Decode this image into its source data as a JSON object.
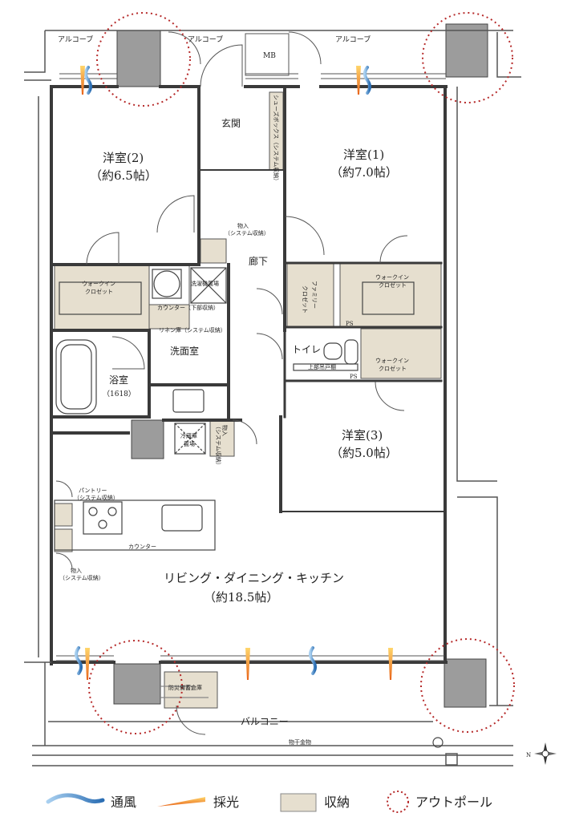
{
  "rooms": {
    "alcove_left": "アルコーブ",
    "alcove_mid": "アルコーブ",
    "alcove_right": "アルコーブ",
    "mb": "MB",
    "genkan": "玄関",
    "shoe_box": "シューズボックス（システム収納）",
    "western2_name": "洋室(2)",
    "western2_size": "（約6.5帖）",
    "western1_name": "洋室(1)",
    "western1_size": "（約7.0帖）",
    "storage_top": "物入",
    "storage_top_sub": "（システム収納）",
    "corridor": "廊下",
    "wic_left_1": "ウォークイン",
    "wic_left_2": "クロゼット",
    "wic_r1_1": "ウォークイン",
    "wic_r1_2": "クロゼット",
    "washer": "洗濯機置場",
    "counter_lower": "カウンター（下部収納）",
    "linen": "リネン庫（システム収納）",
    "family_closet_1": "ファミリー",
    "family_closet_2": "クロゼット",
    "ps1": "PS",
    "ps2": "PS",
    "wash_room": "洗面室",
    "toilet": "トイレ",
    "upper_cabinet": "上部吊戸棚",
    "wic_r2_1": "ウォークイン",
    "wic_r2_2": "クロゼット",
    "bath": "浴室",
    "bath_size": "（1618）",
    "fridge_1": "冷蔵庫",
    "fridge_2": "置場",
    "storage_mid": "物入",
    "storage_mid_sub": "（システム収納）",
    "western3_name": "洋室(3)",
    "western3_size": "（約5.0帖）",
    "pantry": "パントリー",
    "pantry_sub": "（システム収納）",
    "counter": "カウンター",
    "storage_low": "物入",
    "storage_low_sub": "（システム収納）",
    "ldk_name": "リビング・ダイニング・キッチン",
    "ldk_size": "（約18.5帖）",
    "disaster_storage": "防災備蓄倉庫",
    "balcony": "バルコニー",
    "drying_rack": "物干金物",
    "compass_n": "N"
  },
  "legend": [
    {
      "label": "通風",
      "symbol": "wind"
    },
    {
      "label": "採光",
      "symbol": "light"
    },
    {
      "label": "収納",
      "symbol": "storage"
    },
    {
      "label": "アウトポール",
      "symbol": "outpole"
    }
  ],
  "colors": {
    "storage_fill": "#e6dfcf",
    "pillar_fill": "#9c9c9c",
    "wall": "#3a3a3a",
    "wind_blue": "#4a8fc9",
    "light_orange": "#f0922a",
    "outpole_red": "#b62a2a"
  }
}
